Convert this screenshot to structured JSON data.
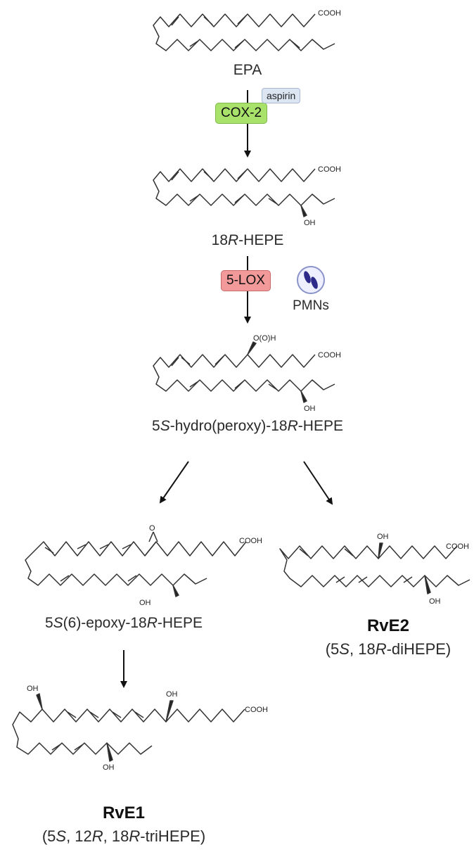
{
  "compounds": {
    "epa": {
      "name": "EPA",
      "cooh": "COOH"
    },
    "hepe18r": {
      "name_pre": "18",
      "name_it": "R",
      "name_post": "-HEPE",
      "cooh": "COOH",
      "oh": "OH"
    },
    "hydroperoxy": {
      "n1": "5",
      "n1i": "S",
      "n2": "-hydro(peroxy)-18",
      "n2i": "R",
      "n3": "-HEPE",
      "cooh": "COOH",
      "oh": "OH",
      "ooh": "O(O)H"
    },
    "epoxy": {
      "n1": "5",
      "n1i": "S",
      "n2": "(6)-epoxy-18",
      "n2i": "R",
      "n3": "-HEPE",
      "cooh": "COOH",
      "oh": "OH",
      "o": "O"
    },
    "rve2": {
      "title": "RvE2",
      "s1": "(5",
      "s1i": "S",
      "s2": ", 18",
      "s2i": "R",
      "s3": "-diHEPE)",
      "cooh": "COOH",
      "oh": "OH"
    },
    "rve1": {
      "title": "RvE1",
      "s1": "(5",
      "s1i": "S",
      "s2": ", 12",
      "s2i": "R",
      "s3": ", 18",
      "s3i": "R",
      "s4": "-triHEPE)",
      "cooh": "COOH",
      "oh": "OH"
    }
  },
  "enzymes": {
    "cox2": {
      "label": "COX-2",
      "color": "#a8e26a"
    },
    "aspirin": {
      "label": "aspirin",
      "color": "#dce6f3"
    },
    "lox5": {
      "label": "5-LOX",
      "color": "#f29a9a"
    },
    "pmns": {
      "label": "PMNs"
    }
  }
}
